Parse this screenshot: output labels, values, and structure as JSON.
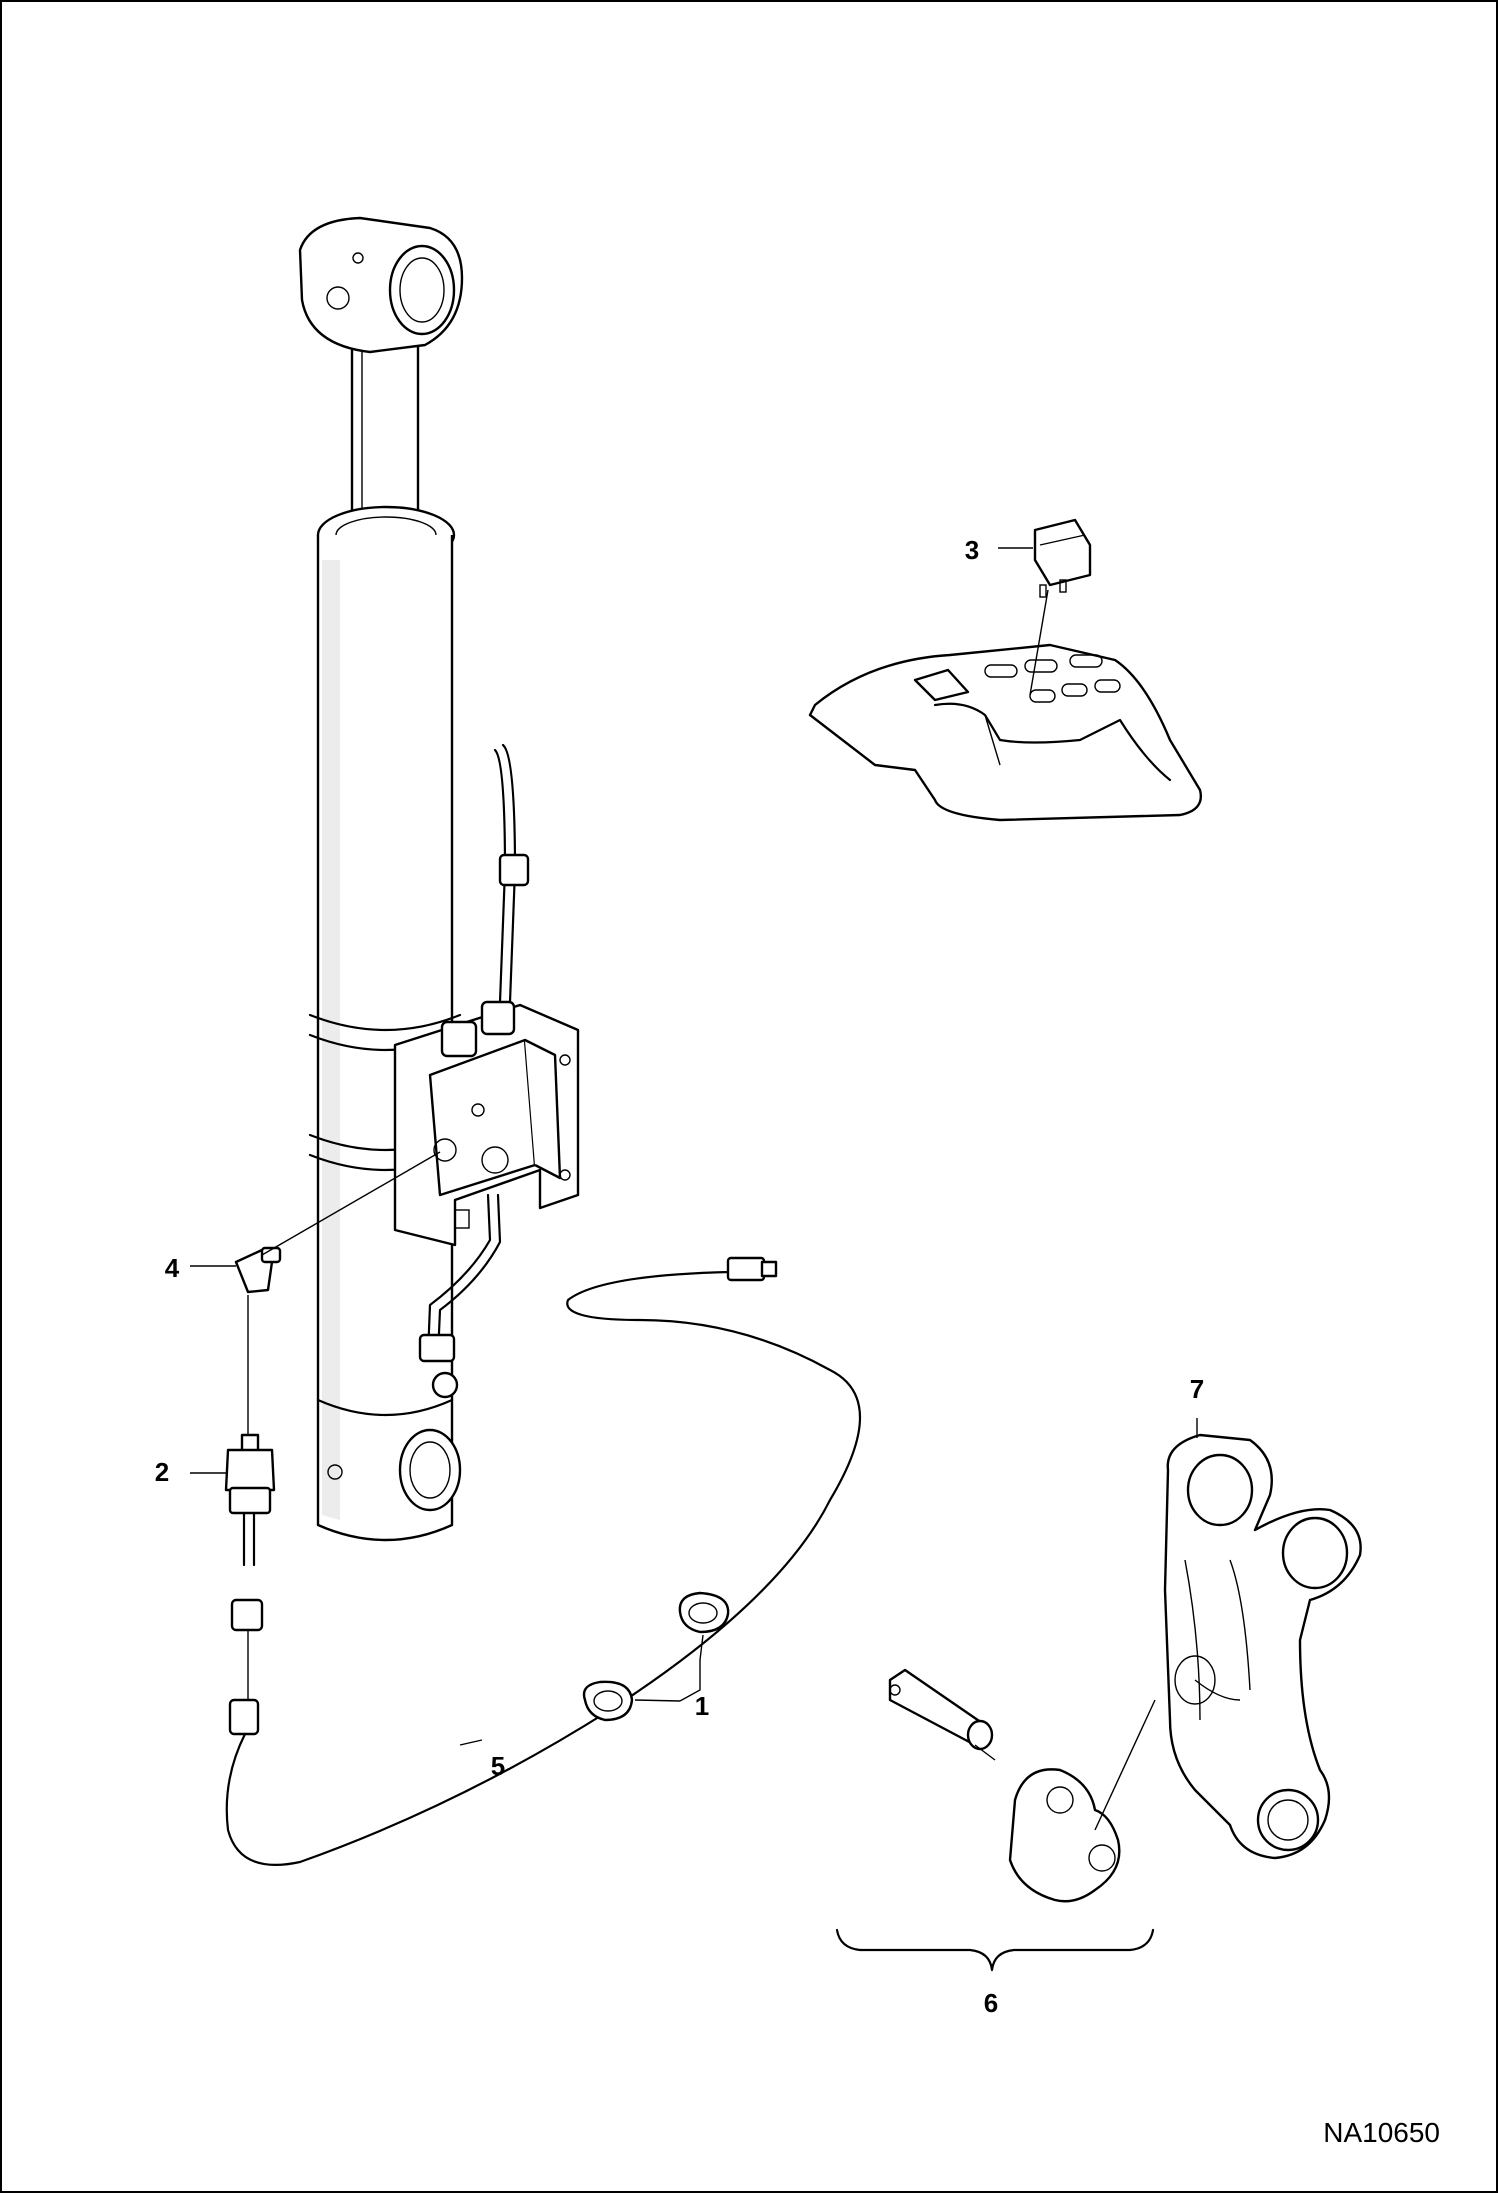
{
  "figure": {
    "id": "NA10650",
    "callouts": [
      {
        "key": "c1",
        "label": "1"
      },
      {
        "key": "c2",
        "label": "2"
      },
      {
        "key": "c3",
        "label": "3"
      },
      {
        "key": "c4",
        "label": "4"
      },
      {
        "key": "c5",
        "label": "5"
      },
      {
        "key": "c6",
        "label": "6"
      },
      {
        "key": "c7",
        "label": "7"
      }
    ]
  }
}
